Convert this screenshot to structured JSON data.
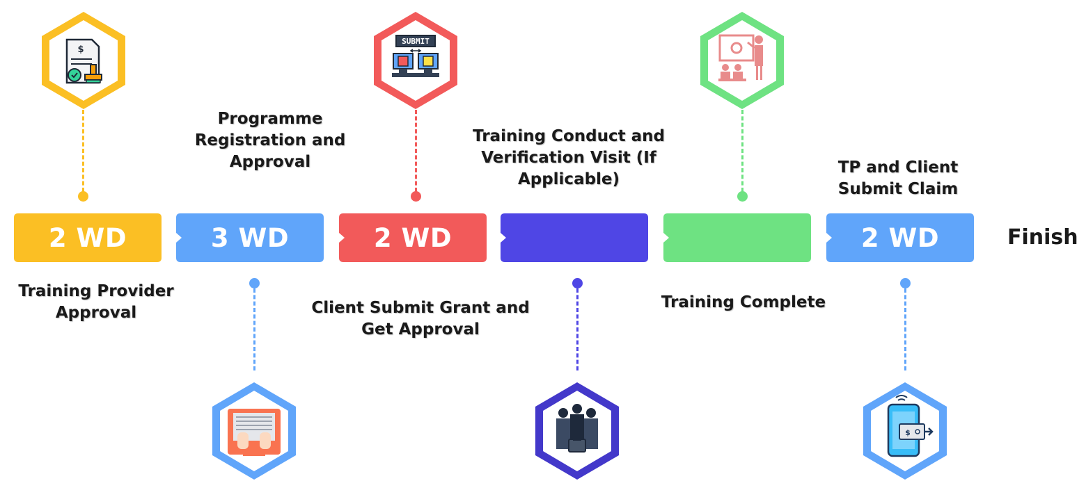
{
  "steps": [
    {
      "duration": "2 WD",
      "label": "Training Provider Approval",
      "color": "#fbbf24",
      "icon": "approval-document-icon"
    },
    {
      "duration": "3 WD",
      "label": "Programme Registration and Approval",
      "color": "#60a5fa",
      "icon": "typing-registration-icon"
    },
    {
      "duration": "2 WD",
      "label": "Client Submit Grant and Get Approval",
      "color": "#f25a5a",
      "icon": "submit-computers-icon"
    },
    {
      "duration": "",
      "label": "Training Conduct and Verification Visit (If Applicable)",
      "color": "#4f46e5",
      "icon": "business-people-icon"
    },
    {
      "duration": "",
      "label": "Training Complete",
      "color": "#6ee282",
      "icon": "presentation-training-icon"
    },
    {
      "duration": "2 WD",
      "label": "TP and Client Submit Claim",
      "color": "#60a5fa",
      "icon": "mobile-payment-icon"
    }
  ],
  "finish": "Finish"
}
